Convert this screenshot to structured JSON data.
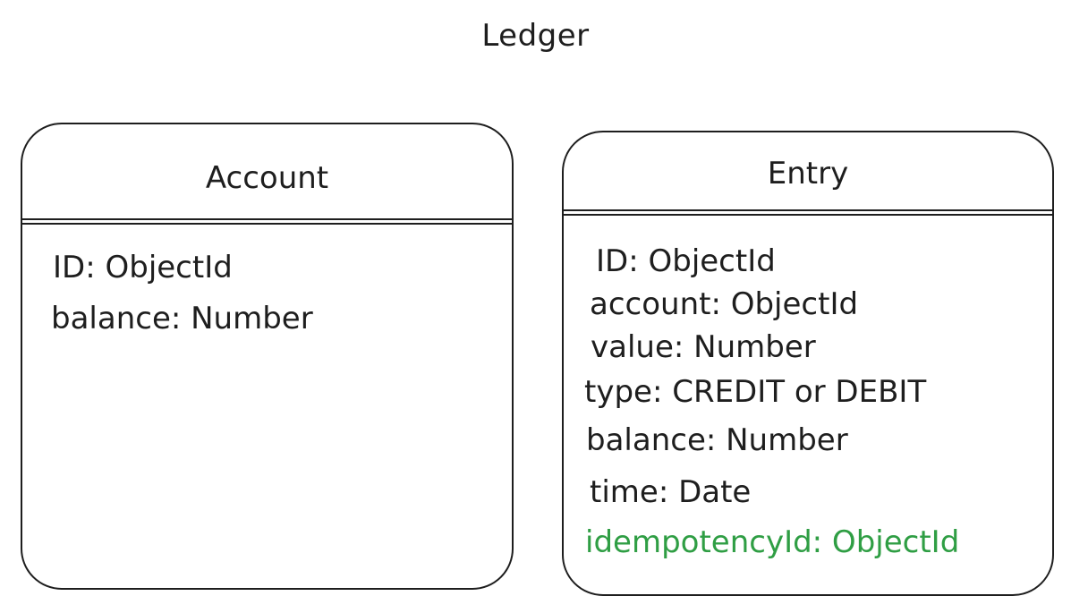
{
  "diagram": {
    "title": "Ledger",
    "entities": [
      {
        "name": "Account",
        "fields": [
          {
            "text": "ID: ObjectId"
          },
          {
            "text": "balance: Number"
          }
        ]
      },
      {
        "name": "Entry",
        "fields": [
          {
            "text": "ID: ObjectId"
          },
          {
            "text": "account: ObjectId"
          },
          {
            "text": "value: Number"
          },
          {
            "text": "type: CREDIT or DEBIT"
          },
          {
            "text": "balance: Number"
          },
          {
            "text": "time: Date"
          },
          {
            "text": "idempotencyId: ObjectId",
            "color": "#2f9e44"
          }
        ]
      }
    ]
  }
}
